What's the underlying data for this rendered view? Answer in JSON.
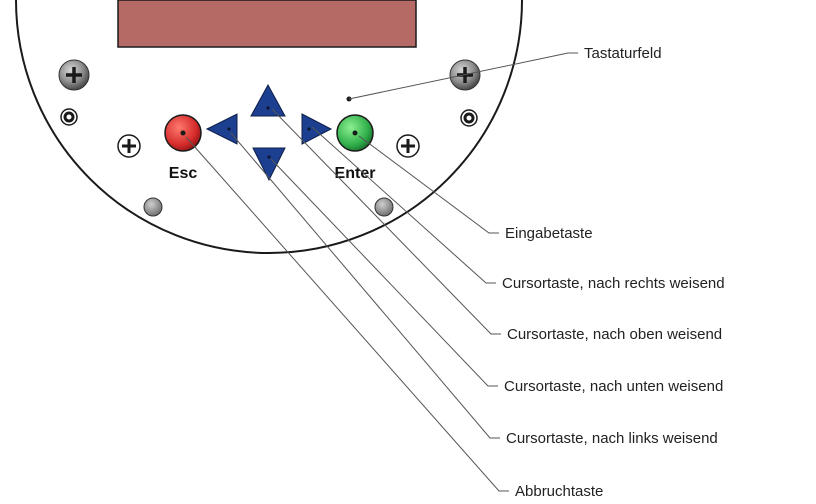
{
  "keys": {
    "esc_label": "Esc",
    "enter_label": "Enter"
  },
  "callouts": {
    "tastaturfeld": "Tastaturfeld",
    "eingabetaste": "Eingabetaste",
    "cursor_right": "Cursortaste, nach rechts weisend",
    "cursor_up": "Cursortaste, nach oben weisend",
    "cursor_down": "Cursortaste, nach unten weisend",
    "cursor_left": "Cursortaste, nach links weisend",
    "abbruchtaste": "Abbruchtaste"
  },
  "colors": {
    "display": "#b56a66",
    "esc_button": "#d42a2a",
    "enter_button": "#2fae4a",
    "arrow_keys": "#1d3f8f",
    "screw": "#8f8f8f",
    "outline": "#1a1a1a"
  }
}
